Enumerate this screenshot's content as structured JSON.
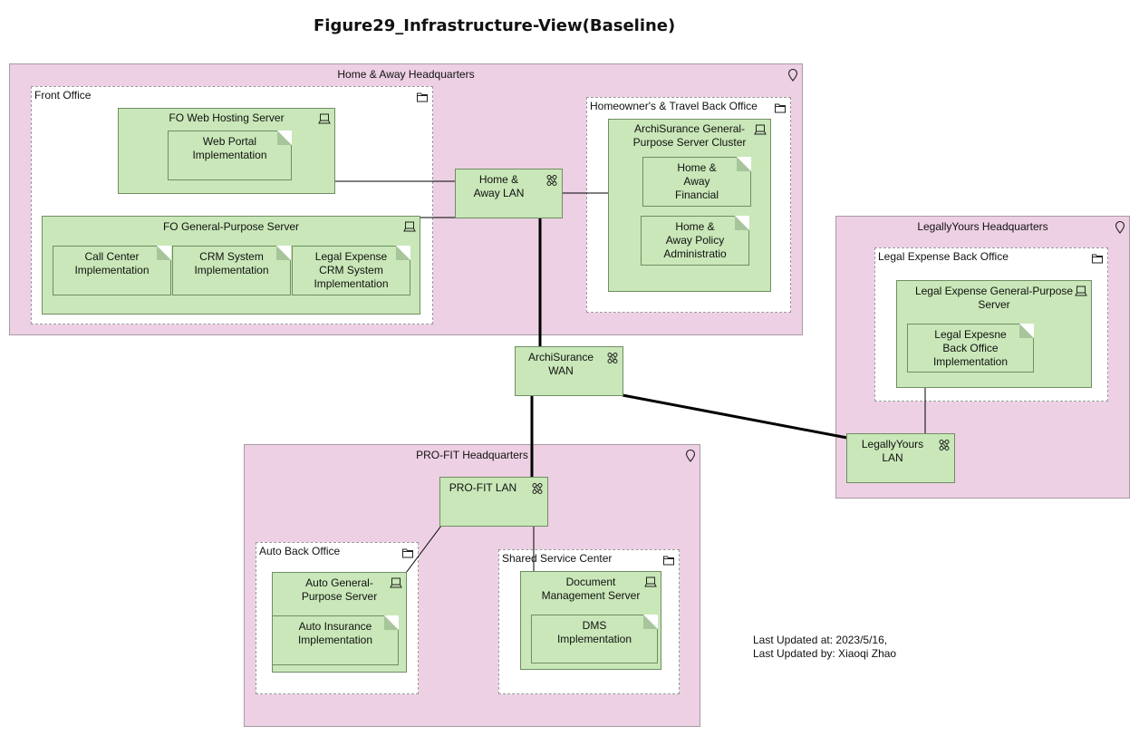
{
  "title": "Figure29_Infrastructure-View(Baseline)",
  "colors": {
    "location_fill": "#edd0e3",
    "node_fill": "#c9e7b8",
    "group_fill": "#ffffff",
    "line": "#000000"
  },
  "locations": {
    "home_away": "Home & Away Headquarters",
    "legallyyours": "LegallyYours Headquarters",
    "profit": "PRO-FIT Headquarters"
  },
  "groups": {
    "front_office": "Front Office",
    "ht_back_office": "Homeowner's & Travel Back Office",
    "legal_back_office": "Legal Expense Back Office",
    "auto_back_office": "Auto Back Office",
    "shared_service": "Shared Service Center"
  },
  "nodes": {
    "fo_web": "FO Web Hosting Server",
    "fo_general": "FO General-Purpose Server",
    "archi_cluster": "ArchiSurance General-\nPurpose Server Cluster",
    "legal_server": "Legal Expense General-Purpose\nServer",
    "auto_server": "Auto General-\nPurpose Server",
    "dms_server": "Document\nManagement Server"
  },
  "networks": {
    "ha_lan": "Home &\nAway LAN",
    "wan": "ArchiSurance\nWAN",
    "ly_lan": "LegallyYours\nLAN",
    "pf_lan": "PRO-FIT LAN"
  },
  "artifacts": {
    "web_portal": "Web Portal\nImplementation",
    "call_center": "Call Center\nImplementation",
    "crm": "CRM System\nImplementation",
    "legal_crm": "Legal Expense\nCRM System\nImplementation",
    "ha_financial": "Home &\nAway\nFinancial",
    "ha_policy": "Home &\nAway Policy\nAdministratio",
    "legal_impl": "Legal Expesne\nBack Office\nImplementation",
    "auto_impl": "Auto Insurance\nImplementation",
    "dms_impl": "DMS\nImplementation"
  },
  "footer": {
    "updated_at": "Last Updated at: 2023/5/16,",
    "updated_by": "Last Updated by: Xiaoqi Zhao"
  },
  "icons": {
    "location": "location-pin-icon",
    "folder": "folder-icon",
    "device": "device-icon",
    "network": "network-icon"
  }
}
